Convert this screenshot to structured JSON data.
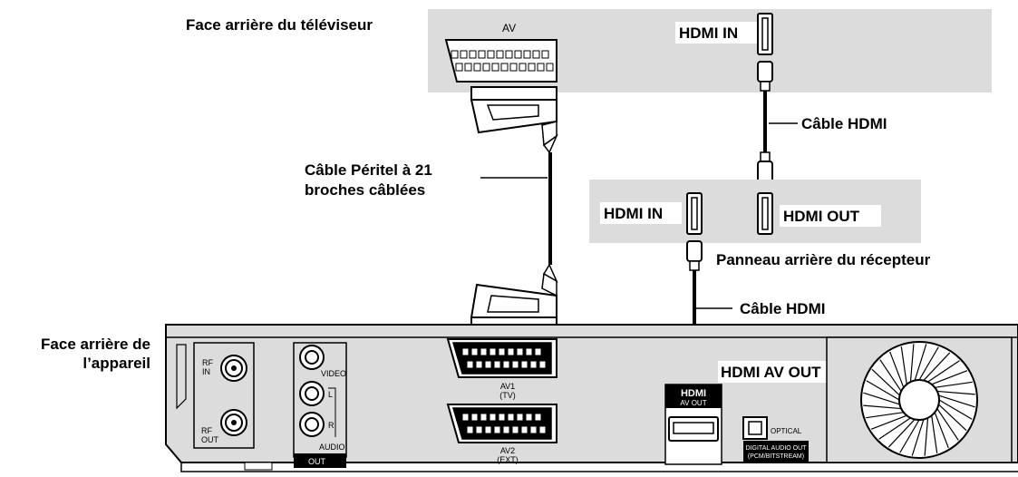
{
  "labels": {
    "tv_rear": "Face arrière du téléviseur",
    "tv_av": "AV",
    "tv_hdmi_in": "HDMI IN",
    "hdmi_cable_top": "Câble HDMI",
    "scart_line1": "Câble Péritel à 21",
    "scart_line2": "broches câblées",
    "receiver_hdmi_in": "HDMI IN",
    "receiver_hdmi_out": "HDMI OUT",
    "receiver_rear": "Panneau arrière du récepteur",
    "hdmi_cable_bottom": "Câble HDMI",
    "device_rear_line1": "Face arrière de",
    "device_rear_line2": "l’appareil",
    "hdmi_av_out": "HDMI AV OUT"
  },
  "panel": {
    "rf_in_1": "RF",
    "rf_in_2": "IN",
    "rf_out_1": "RF",
    "rf_out_2": "OUT",
    "video": "VIDEO",
    "l": "L",
    "r": "R",
    "audio": "AUDIO",
    "out": "OUT",
    "av1_1": "AV1",
    "av1_2": "(TV)",
    "av2_1": "AV2",
    "av2_2": "(EXT)",
    "hdmi_logo": "HDMI",
    "hdmi_av_out_small": "AV OUT",
    "optical": "OPTICAL",
    "digital_audio_1": "DIGITAL AUDIO OUT",
    "digital_audio_2": "(PCM/BITSTREAM)"
  }
}
